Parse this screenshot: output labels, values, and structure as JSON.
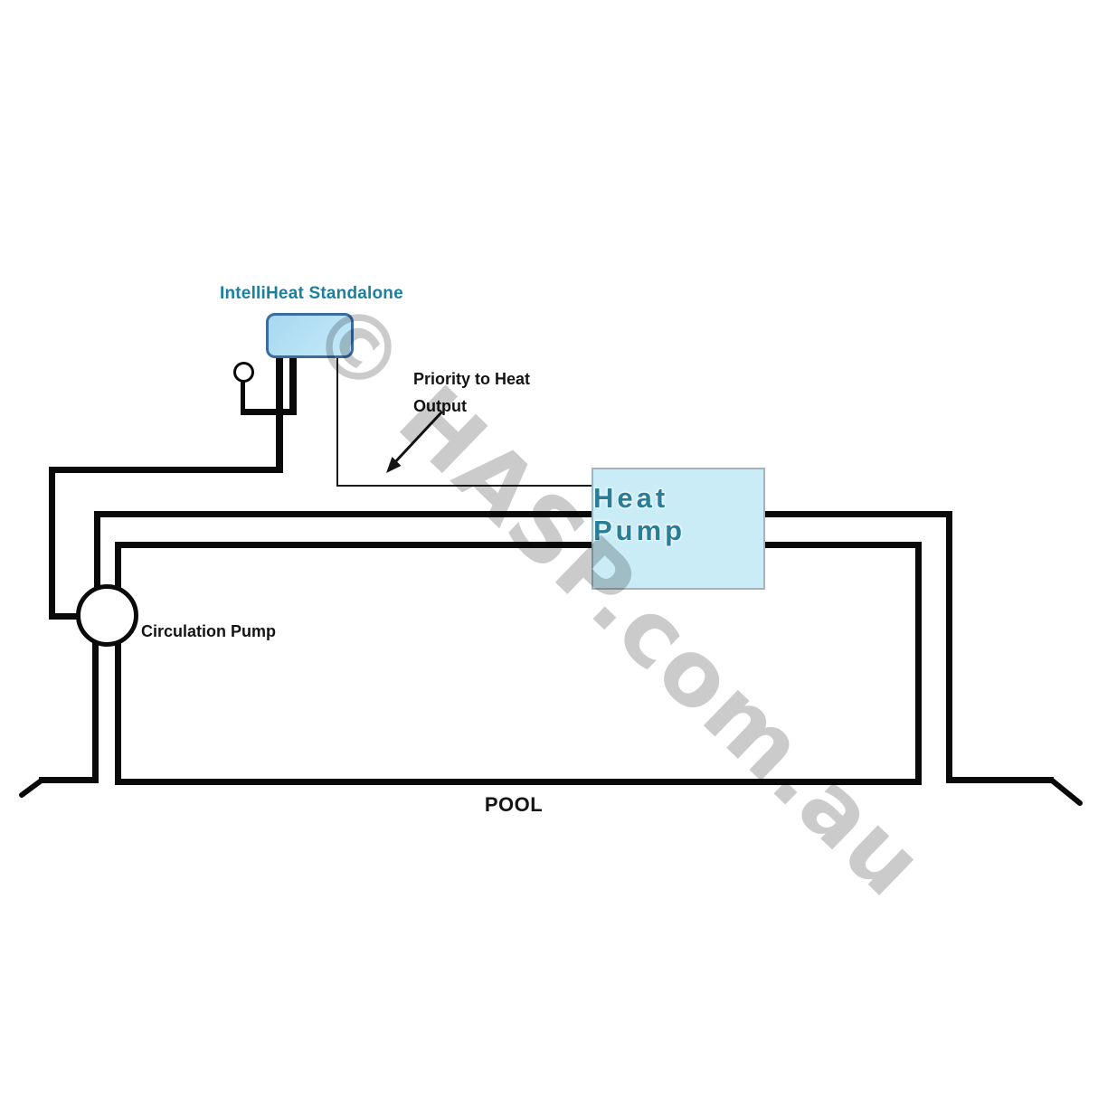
{
  "diagram": {
    "controller": {
      "title": "IntelliHeat Standalone"
    },
    "priority_label": {
      "line1": "Priority to Heat",
      "line2": "Output"
    },
    "heat_pump": {
      "label": "Heat Pump"
    },
    "circulation_pump": {
      "label": "Circulation Pump"
    },
    "pool": {
      "label": "POOL"
    },
    "watermark": {
      "text": "© HASP.com.au"
    },
    "colors": {
      "title_text": "#1c7f9e",
      "heat_pump_text": "#2a7d96",
      "controller_box_fill": "#b5e0f4",
      "controller_box_border": "#3a6ba3",
      "heat_pump_fill": "#c9ecf7",
      "heat_pump_border": "#9fb4be",
      "line": "#0a0a0a",
      "label_text": "#141414",
      "watermark": "#cbcbcb"
    }
  }
}
